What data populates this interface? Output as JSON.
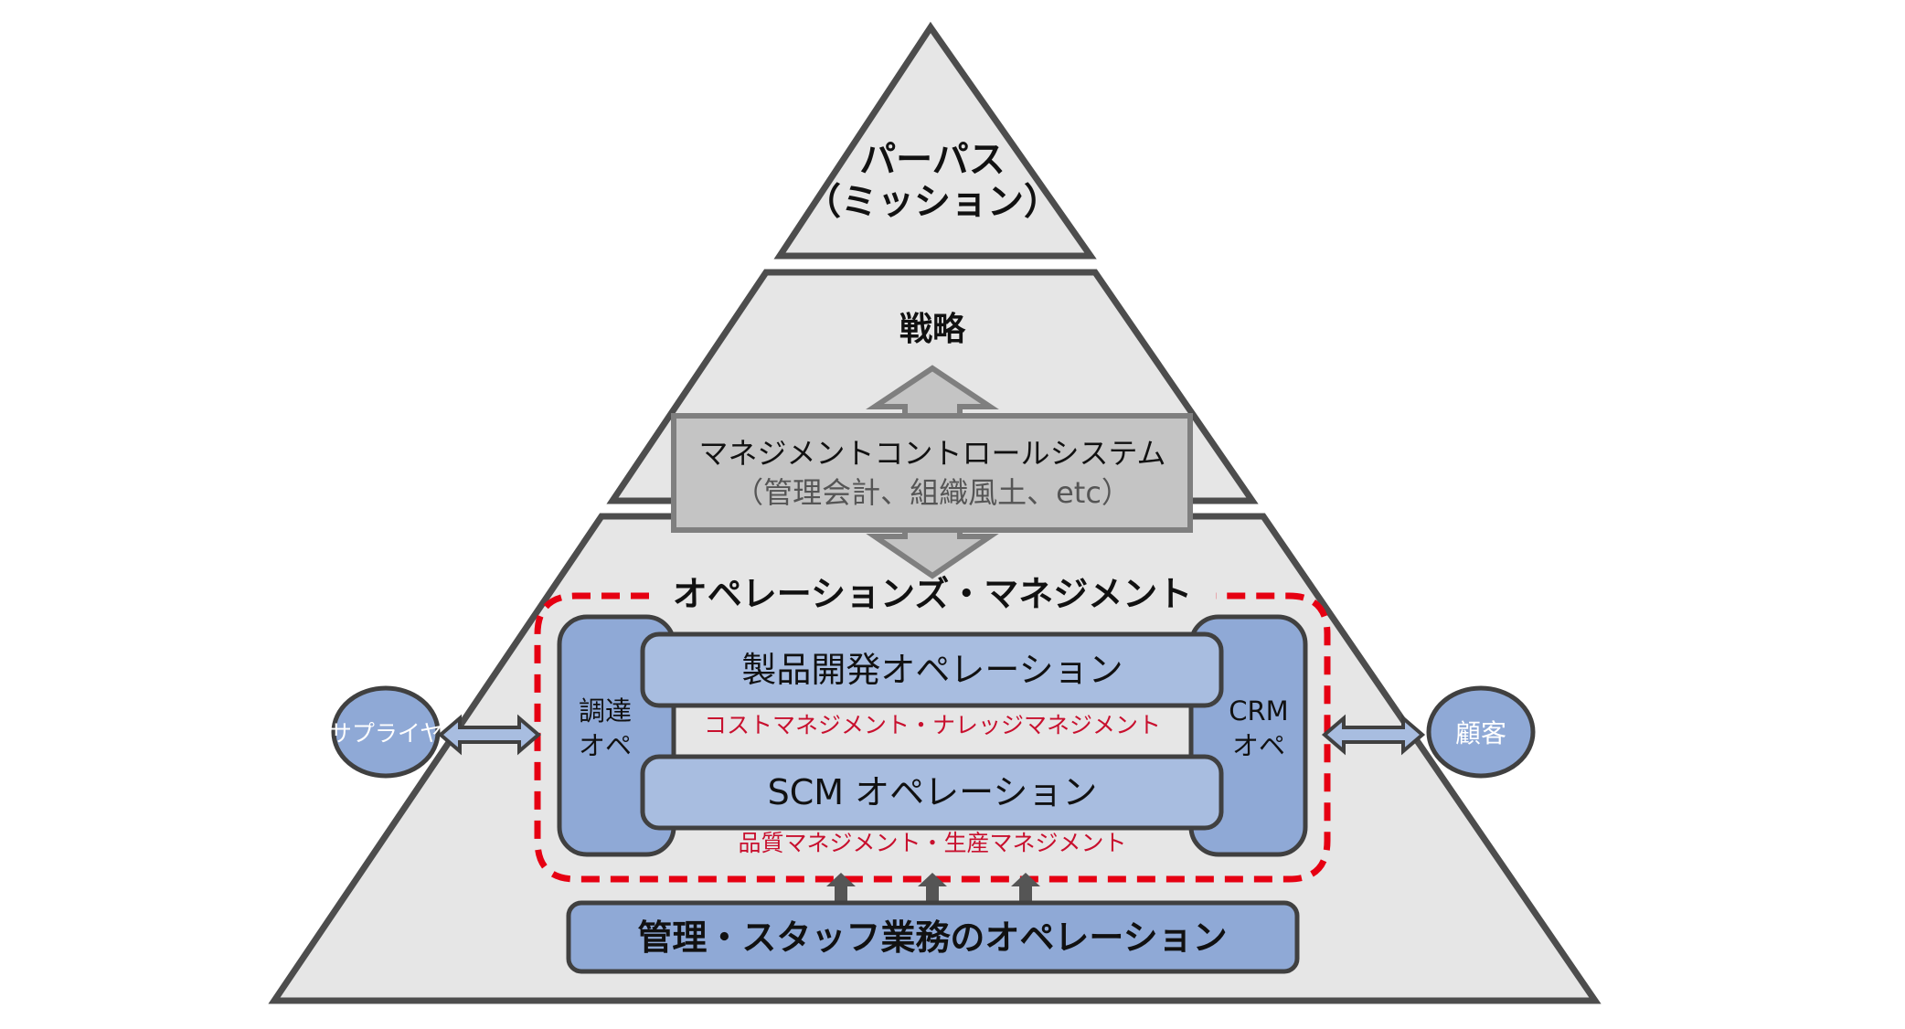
{
  "colors": {
    "layer_fill": "#e6e6e6",
    "layer_stroke": "#4d4d4d",
    "gray_box_fill": "#c4c4c4",
    "gray_box_stroke": "#7f7f7f",
    "blue_fill": "#8fa9d6",
    "blue_fill_light": "#a8bde0",
    "blue_stroke": "#404040",
    "red_dash": "#e60012",
    "red_text": "#c8102e"
  },
  "pyramid": {
    "top_line1": "パーパス",
    "top_line2": "（ミッション）",
    "middle_label": "戦略",
    "bottom_label": "オペレーションズ・マネジメント"
  },
  "mcs": {
    "line1": "マネジメントコントロールシステム",
    "line2": "（管理会計、組織風土、etc）"
  },
  "operations": {
    "procurement_line1": "調達",
    "procurement_line2": "オペ",
    "crm_line1": "CRM",
    "crm_line2": "オペ",
    "product_dev": "製品開発オペレーション",
    "cost_knowledge": "コストマネジメント・ナレッジマネジメント",
    "scm": "SCM オペレーション",
    "quality_production": "品質マネジメント・生産マネジメント",
    "staff": "管理・スタッフ業務のオペレーション"
  },
  "external": {
    "supplier": "サプライヤ",
    "customer": "顧客"
  }
}
